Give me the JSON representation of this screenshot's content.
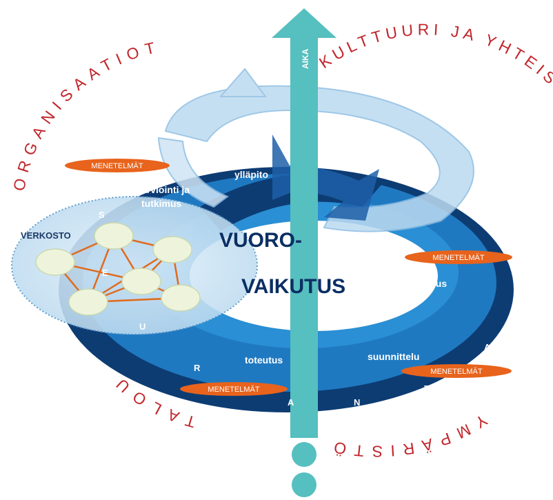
{
  "ring": {
    "top_left": "ORGANISAATIOT",
    "top_right": "KULTTUURI JA YHTEISKUNTA",
    "bottom_left": "TALOUS",
    "bottom_right": "YMPÄRISTÖ"
  },
  "axis": {
    "label": "AIKA"
  },
  "center": {
    "line1": "VUORO-",
    "line2": "VAIKUTUS"
  },
  "phases": {
    "yllapito": "ylläpito",
    "arviointi": "arviointi ja",
    "tutkimus": "tutkimus",
    "aloitus": "aloitus",
    "suunnittelu": "suunnittelu",
    "toteutus": "toteutus"
  },
  "network": {
    "label": "VERKOSTO"
  },
  "seura_letters": [
    "S",
    "E",
    "U",
    "R",
    "A",
    "N",
    "T",
    "A"
  ],
  "methods": {
    "label": "MENETELMÄT"
  },
  "colors": {
    "ring_red": "#c0262b",
    "dark_navy": "#0d3c73",
    "mid_blue": "#1f79c1",
    "light_blue": "#5fa8dc",
    "arrow_teal": "#56bfbf",
    "badge_orange": "#e8631c"
  }
}
